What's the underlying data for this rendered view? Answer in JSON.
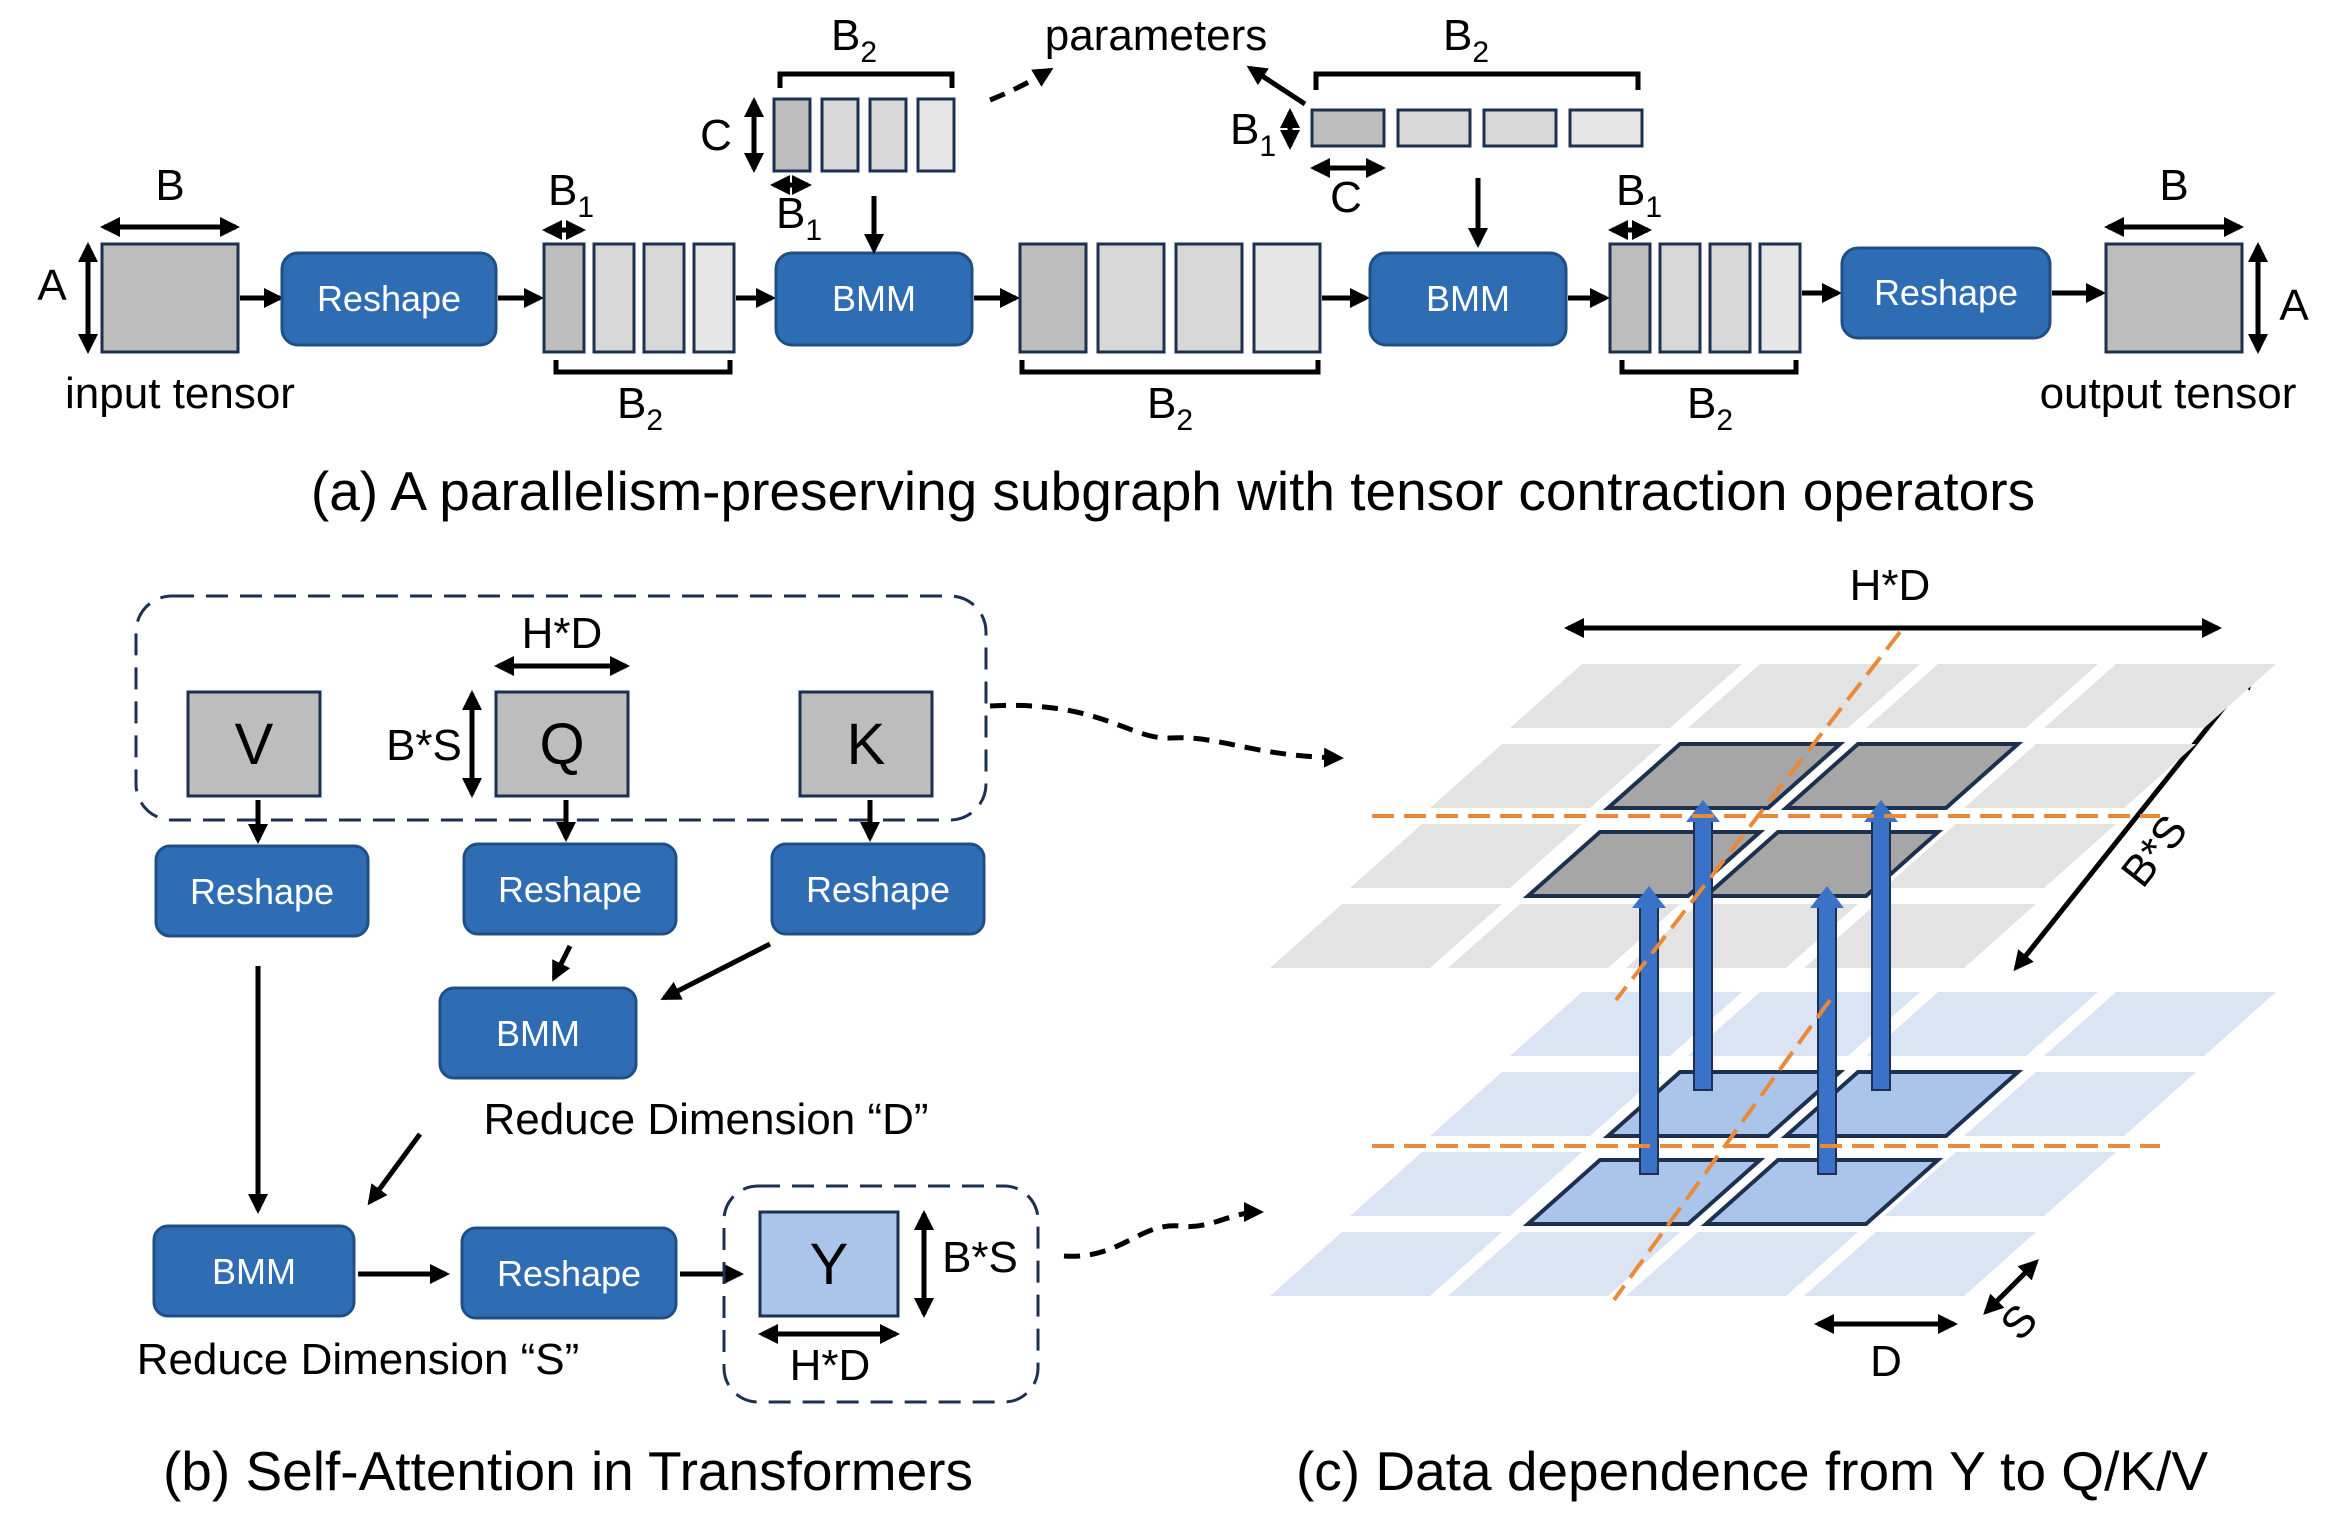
{
  "panel_a": {
    "caption": "(a) A parallelism-preserving subgraph with tensor contraction operators",
    "input_label": "input tensor",
    "output_label": "output tensor",
    "dim_a": "A",
    "dim_b": "B",
    "dim_b1": "B",
    "dim_b1_sub": "1",
    "dim_b2": "B",
    "dim_b2_sub": "2",
    "dim_c": "C",
    "parameters_label": "parameters",
    "op_reshape": "Reshape",
    "op_bmm": "BMM"
  },
  "panel_b": {
    "caption": "(b) Self-Attention in Transformers",
    "tensor_v": "V",
    "tensor_q": "Q",
    "tensor_k": "K",
    "tensor_y": "Y",
    "dim_hd": "H*D",
    "dim_bs": "B*S",
    "op_reshape": "Reshape",
    "op_bmm": "BMM",
    "reduce_d": "Reduce Dimension “D”",
    "reduce_s": "Reduce Dimension “S”"
  },
  "panel_c": {
    "caption": "(c) Data dependence from Y to Q/K/V",
    "dim_hd": "H*D",
    "dim_bs": "B*S",
    "dim_d": "D",
    "dim_s": "S"
  },
  "colors": {
    "operator_blue": "#2e6db4",
    "tensor_gray": "#bdbdbd",
    "output_blue": "#aac4ea",
    "grid_gray": "#e3e3e3",
    "grid_blue": "#dbe4f4",
    "partition_orange": "#e98a3a"
  }
}
